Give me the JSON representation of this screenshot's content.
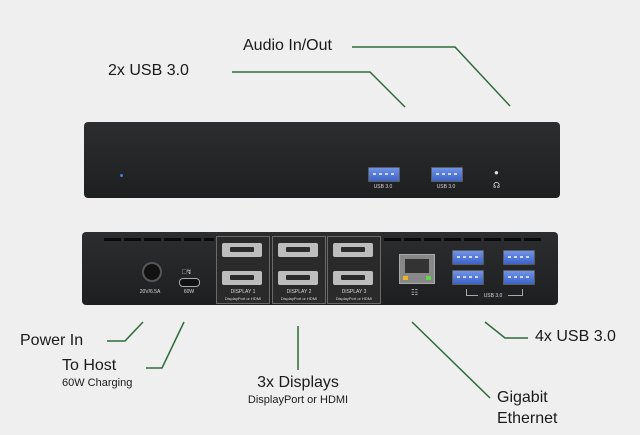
{
  "callouts": {
    "audio": "Audio In/Out",
    "usb_front": "2x USB 3.0",
    "power": "Power In",
    "host": "To Host",
    "host_sub": "60W Charging",
    "displays": "3x Displays",
    "displays_sub": "DisplayPort or HDMI",
    "ethernet_1": "Gigabit",
    "ethernet_2": "Ethernet",
    "usb_rear": "4x USB 3.0"
  },
  "front": {
    "usb_label_1": "USB 3.0",
    "usb_label_2": "USB 3.0"
  },
  "rear": {
    "power_rating": "20V/6.5A",
    "host_rating": "60W",
    "displays": [
      {
        "name": "DISPLAY 1",
        "sub": "DisplayPort or HDMI"
      },
      {
        "name": "DISPLAY 2",
        "sub": "DisplayPort or HDMI"
      },
      {
        "name": "DISPLAY 3",
        "sub": "DisplayPort or HDMI"
      }
    ],
    "usb_group_label": "USB 3.0"
  },
  "colors": {
    "leader": "#2f6b3a",
    "usb_blue": "#4a6fd4"
  }
}
